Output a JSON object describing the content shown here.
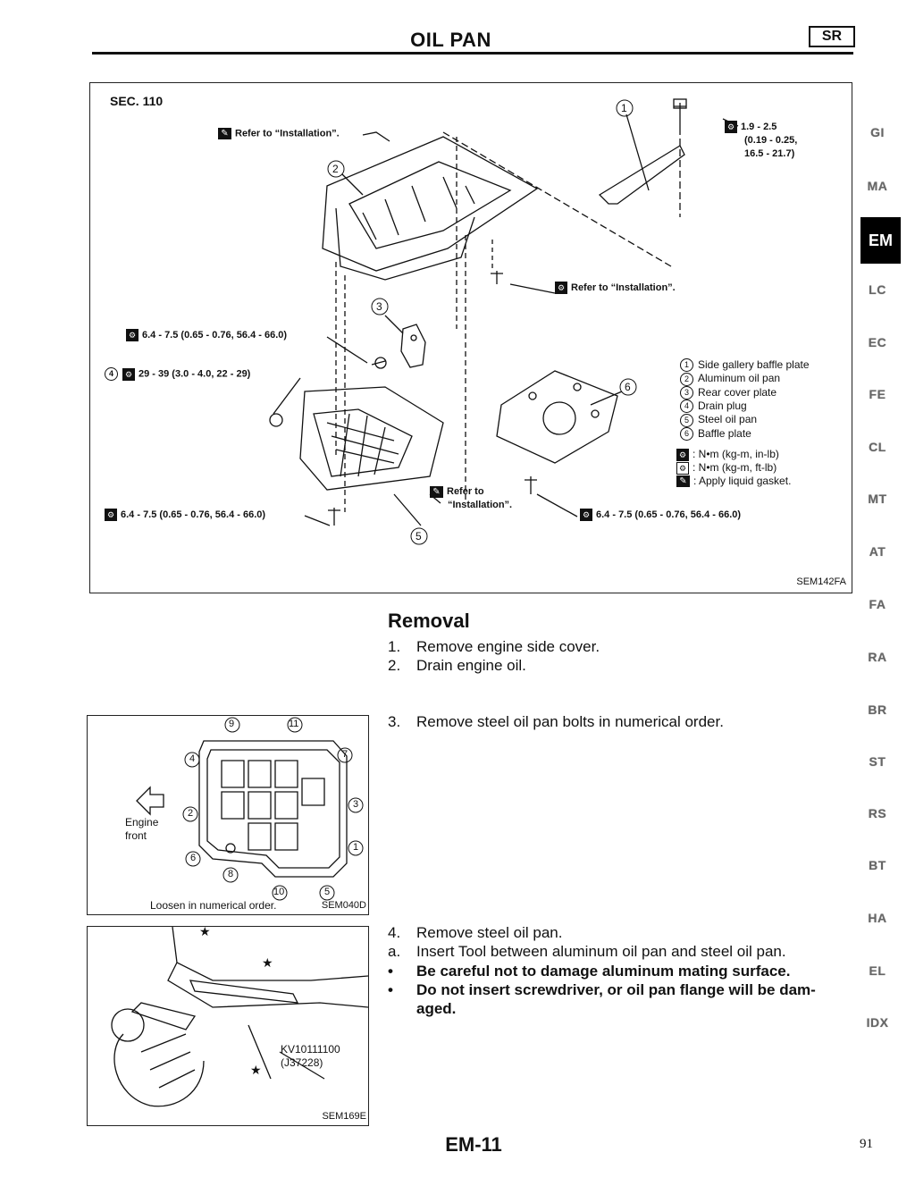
{
  "header": {
    "title": "OIL PAN",
    "badge": "SR"
  },
  "main_figure": {
    "sec": "SEC. 110",
    "code": "SEM142FA",
    "callouts": {
      "refer1": "Refer to “Installation”.",
      "refer2": "Refer to “Installation”.",
      "refer3_a": "Refer to",
      "refer3_b": "“Installation”.",
      "torque_top_1": "1.9 - 2.5",
      "torque_top_2": "(0.19 - 0.25,",
      "torque_top_3": "16.5 - 21.7)",
      "torque_mid": "6.4 - 7.5 (0.65 - 0.76, 56.4 - 66.0)",
      "torque_drain": "29 - 39 (3.0 - 4.0, 22 - 29)",
      "torque_bottom_left": "6.4 - 7.5 (0.65 - 0.76, 56.4 - 66.0)",
      "torque_bottom_right": "6.4 - 7.5 (0.65 - 0.76, 56.4 - 66.0)"
    },
    "part_numbers": [
      "1",
      "2",
      "3",
      "4",
      "5",
      "6"
    ],
    "legend": [
      {
        "num": "1",
        "label": "Side gallery baffle plate"
      },
      {
        "num": "2",
        "label": "Aluminum oil pan"
      },
      {
        "num": "3",
        "label": "Rear cover plate"
      },
      {
        "num": "4",
        "label": "Drain plug"
      },
      {
        "num": "5",
        "label": "Steel oil pan"
      },
      {
        "num": "6",
        "label": "Baffle plate"
      }
    ],
    "symbol_legend": [
      {
        "icon": "torque-icon",
        "label": ": N•m (kg-m, in-lb)"
      },
      {
        "icon": "torque-icon-2",
        "label": ": N•m (kg-m, ft-lb)"
      },
      {
        "icon": "liquid-gasket-icon",
        "label": ": Apply liquid gasket."
      }
    ]
  },
  "bolts_figure": {
    "engine_front_1": "Engine",
    "engine_front_2": "front",
    "caption": "Loosen in numerical order.",
    "code": "SEM040D",
    "bolt_numbers": [
      "1",
      "2",
      "3",
      "4",
      "5",
      "6",
      "7",
      "8",
      "9",
      "10",
      "11"
    ]
  },
  "tool_figure": {
    "tool_1": "KV10111100",
    "tool_2": "(J37228)",
    "code": "SEM169E"
  },
  "removal": {
    "heading": "Removal",
    "steps": [
      {
        "num": "1.",
        "text": "Remove engine side cover."
      },
      {
        "num": "2.",
        "text": "Drain engine oil."
      },
      {
        "num": "3.",
        "text": "Remove steel oil pan bolts in numerical order."
      },
      {
        "num": "4.",
        "text": "Remove steel oil pan."
      },
      {
        "num": "a.",
        "text": "Insert Tool between aluminum oil pan and steel oil pan."
      },
      {
        "num": "•",
        "text": "Be careful not to damage aluminum mating surface."
      },
      {
        "num": "•",
        "text": "Do not insert screwdriver, or oil pan flange will be dam-"
      },
      {
        "num": "",
        "text": "aged."
      }
    ]
  },
  "side_tabs": [
    "GI",
    "MA",
    "EM",
    "LC",
    "EC",
    "FE",
    "CL",
    "MT",
    "AT",
    "FA",
    "RA",
    "BR",
    "ST",
    "RS",
    "BT",
    "HA",
    "EL",
    "IDX"
  ],
  "footer": {
    "page_label": "EM-11",
    "folio": "91"
  },
  "colors": {
    "ink": "#111111",
    "tab_text": "#666666",
    "active_tab_bg": "#000000"
  }
}
